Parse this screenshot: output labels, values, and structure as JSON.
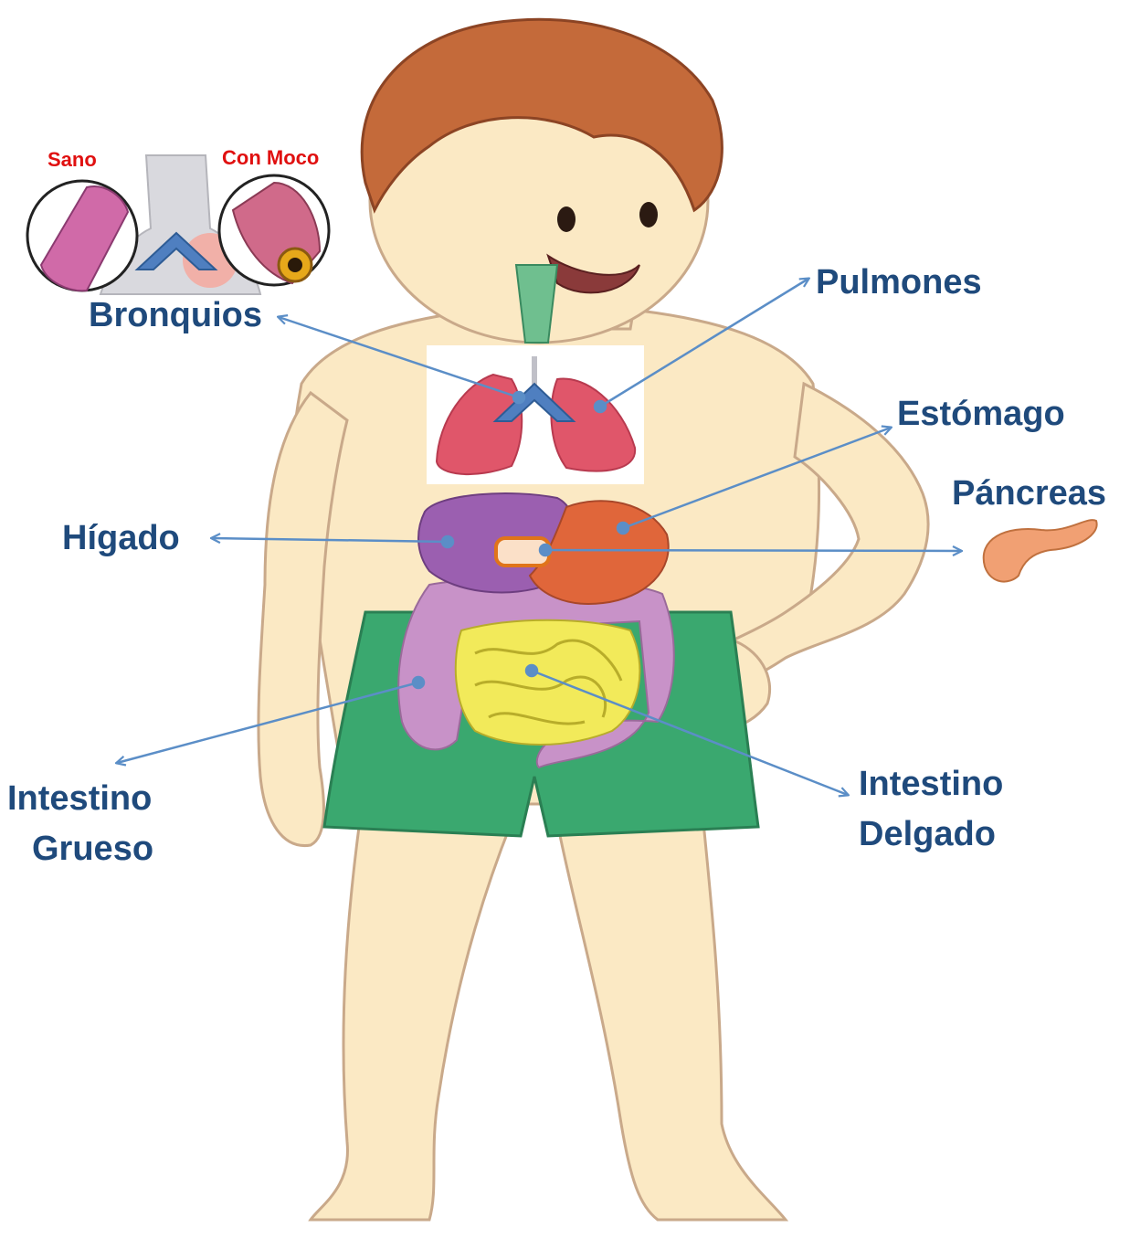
{
  "colors": {
    "label_text": "#1f4a7c",
    "arrow": "#5b8ec7",
    "tag_red": "#e01010",
    "skin": "#fbe9c4",
    "hair": "#c46a3a",
    "shorts": "#3aa86f",
    "lungs": "#e0566a",
    "liver": "#9b5fb0",
    "stomach": "#e0663a",
    "small_intestine": "#f2ea5a",
    "large_intestine": "#c892c8",
    "pancreas": "#f1a073",
    "pancreas_marker_border": "#e0741a",
    "chevron": "#4f7fc0"
  },
  "inset": {
    "tag_left": "Sano",
    "tag_right": "Con Moco"
  },
  "labels": {
    "bronquios": "Bronquios",
    "pulmones": "Pulmones",
    "estomago": "Estómago",
    "pancreas": "Páncreas",
    "higado": "Hígado",
    "intestino_grueso_1": "Intestino",
    "intestino_grueso_2": "Grueso",
    "intestino_delgado_1": "Intestino",
    "intestino_delgado_2": "Delgado"
  }
}
